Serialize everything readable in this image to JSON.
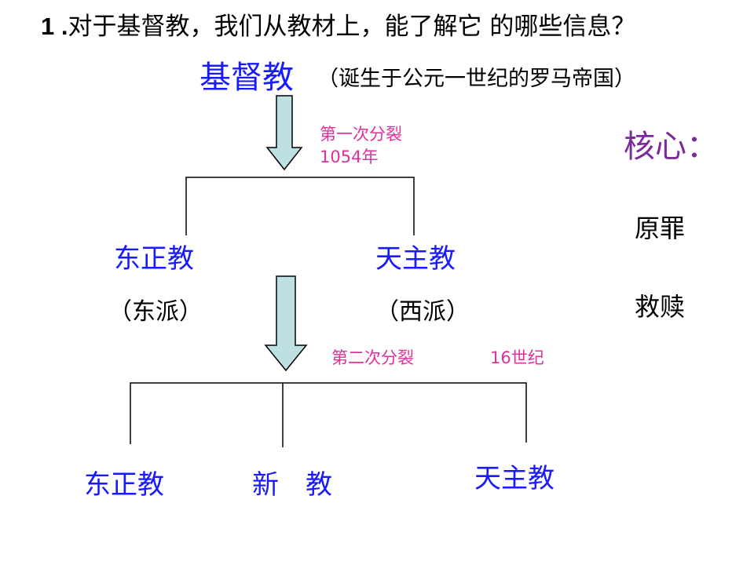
{
  "question": {
    "number": "1 .",
    "text": "对于基督教，我们从教材上，能了解它 的哪些信息？"
  },
  "root": {
    "label": "基督教",
    "note": "（诞生于公元一世纪的罗马帝国）"
  },
  "split1": {
    "label": "第一次分裂",
    "year": "1054年"
  },
  "level2": {
    "left": {
      "label": "东正教",
      "note": "（东派）"
    },
    "right": {
      "label": "天主教",
      "note": "（西派）"
    }
  },
  "split2": {
    "label": "第二次分裂",
    "year": "16世纪"
  },
  "level3": {
    "left": "东正教",
    "middle": "新　教",
    "right": "天主教"
  },
  "core": {
    "title": "核心：",
    "items": [
      "原罪",
      "救赎"
    ]
  },
  "colors": {
    "primary": "#1a1aff",
    "annotation": "#e0309a",
    "core": "#7a2a9c",
    "arrow_fill": "#bfe0e3",
    "arrow_stroke": "#000000"
  }
}
